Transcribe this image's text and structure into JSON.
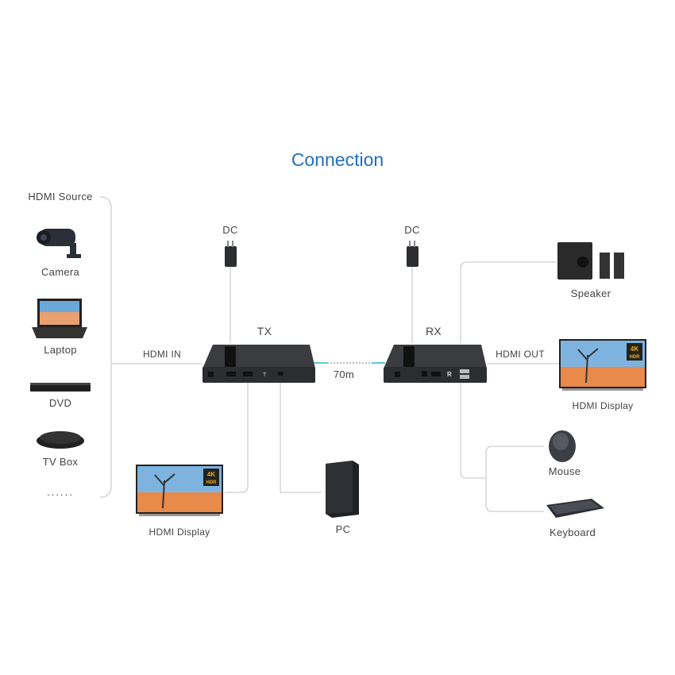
{
  "title": "Connection",
  "source_group": {
    "label": "HDMI Source",
    "items": [
      {
        "label": "Camera",
        "icon": "camera-icon"
      },
      {
        "label": "Laptop",
        "icon": "laptop-icon"
      },
      {
        "label": "DVD",
        "icon": "dvd-player-icon"
      },
      {
        "label": "TV Box",
        "icon": "tv-box-icon"
      }
    ],
    "more": "......"
  },
  "links": {
    "hdmi_in": "HDMI IN",
    "hdmi_out": "HDMI OUT",
    "distance": "70m",
    "dc_tx": "DC",
    "dc_rx": "DC"
  },
  "transmitter": {
    "label": "TX"
  },
  "receiver": {
    "label": "RX"
  },
  "tx_outputs": [
    {
      "label": "HDMI Display",
      "icon": "tv-display-icon"
    },
    {
      "label": "PC",
      "icon": "pc-tower-icon"
    }
  ],
  "rx_outputs": [
    {
      "label": "Speaker",
      "icon": "speaker-icon"
    },
    {
      "label": "HDMI Display",
      "icon": "tv-display-icon"
    },
    {
      "label": "Mouse",
      "icon": "mouse-icon"
    },
    {
      "label": "Keyboard",
      "icon": "keyboard-icon"
    }
  ],
  "badge": {
    "top": "4K",
    "bottom": "HDR"
  },
  "colors": {
    "title": "#1f6fc0",
    "line": "#cfcfcf",
    "cable_end": "#5fc6d6",
    "device": "#2b2d30"
  }
}
